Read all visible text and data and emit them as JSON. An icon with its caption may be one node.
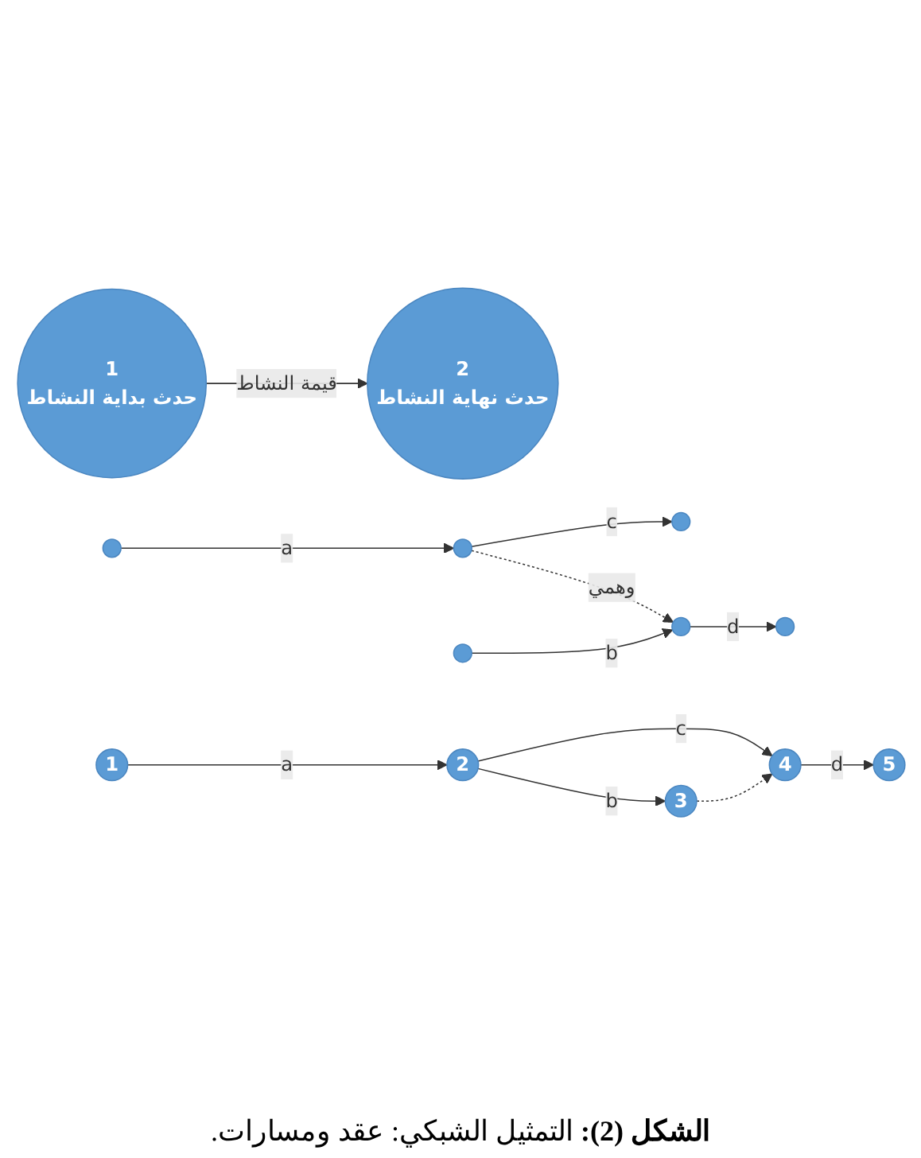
{
  "diagram": {
    "caption": "**الشكل (2):** التمثيل الشبكي: عقد ومسارات.",
    "nodes": [
      {
        "text": [
          "1",
          "حدث بداية النشاط"
        ]
      },
      {
        "text": [
          "2",
          "حدث نهاية النشاط"
        ]
      },
      {
        "text": [],
        "shape": "circle"
      },
      {
        "text": [],
        "shape": "circle"
      },
      {
        "text": [],
        "shape": "circle"
      },
      {
        "text": [],
        "shape": "circle"
      },
      {
        "text": [],
        "shape": "circle"
      },
      {
        "text": [],
        "shape": "circle"
      },
      {
        "text": [
          "1"
        ]
      },
      {
        "text": [
          "3"
        ]
      },
      {
        "text": [
          "2"
        ]
      },
      {
        "text": [
          "4"
        ]
      },
      {
        "text": [
          "5"
        ]
      }
    ],
    "edges": [
      {
        "from": 0,
        "to": 1,
        "arrow": "to",
        "label": "قيمة النشاط"
      },
      {
        "from": 2,
        "to": 3,
        "arrow": "to",
        "label": "a"
      },
      {
        "from": 3,
        "to": 4,
        "arrow": "to",
        "label": "c"
      },
      {
        "from": 3,
        "to": 6,
        "arrow": "to",
        "label": "وهمي",
        "style": "dashed"
      },
      {
        "from": 5,
        "to": 6,
        "arrow": "to",
        "label": "b"
      },
      {
        "from": 6,
        "to": 7,
        "arrow": "to",
        "label": "d"
      },
      {
        "from": 8,
        "to": 10,
        "arrow": "to",
        "label": "a"
      },
      {
        "from": 10,
        "to": 9,
        "arrow": "to",
        "label": "b"
      },
      {
        "from": 10,
        "to": 11,
        "arrow": "to",
        "label": "c"
      },
      {
        "from": 9,
        "to": 11,
        "arrow": "to",
        "style": "dashed"
      },
      {
        "from": 11,
        "to": 12,
        "arrow": "to",
        "label": "d"
      }
    ]
  }
}
